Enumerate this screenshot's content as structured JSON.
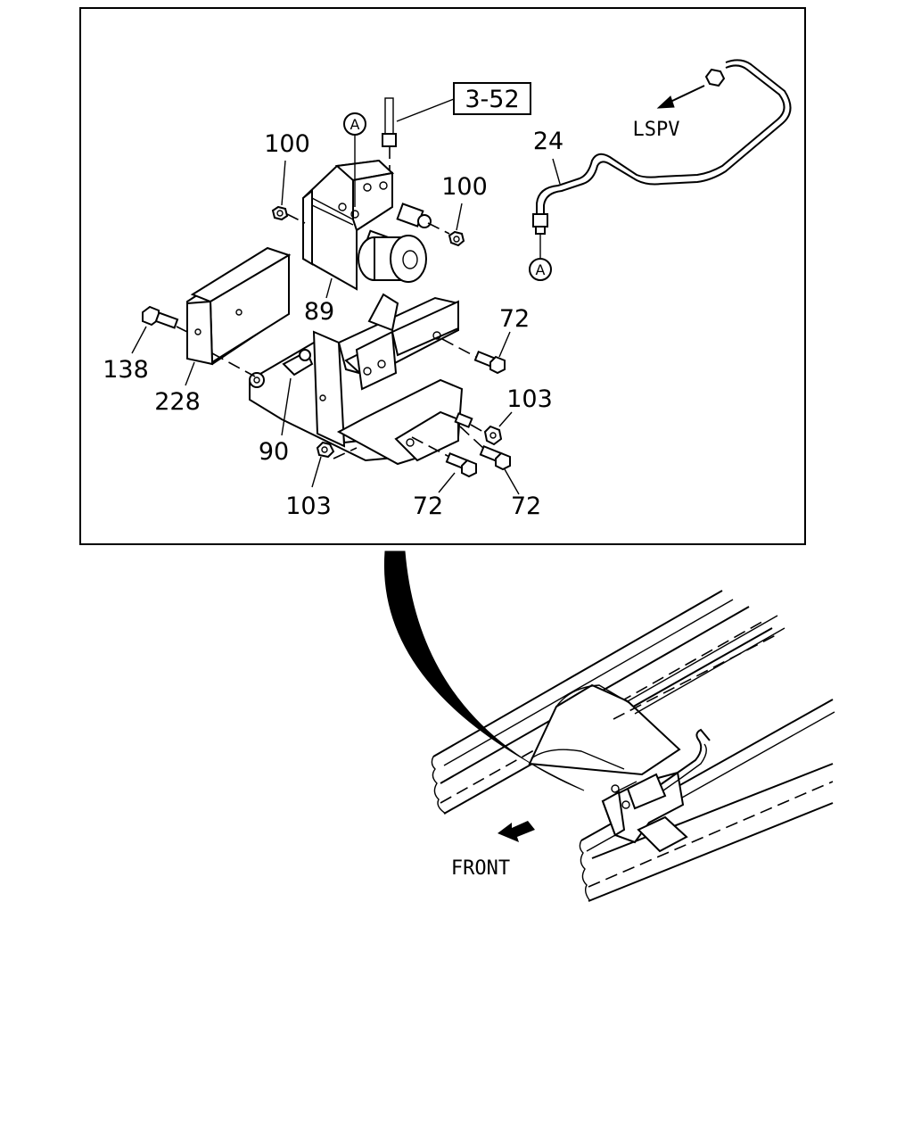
{
  "callouts": {
    "ref_box": "3-52",
    "lspv": "LSPV",
    "front": "FRONT",
    "marker_a_top": "A",
    "marker_a_pipe": "A",
    "p100_left": "100",
    "p100_right": "100",
    "p24": "24",
    "p89": "89",
    "p72_upper": "72",
    "p138": "138",
    "p228": "228",
    "p103_right": "103",
    "p90": "90",
    "p103_left": "103",
    "p72_mid": "72",
    "p72_right": "72"
  }
}
